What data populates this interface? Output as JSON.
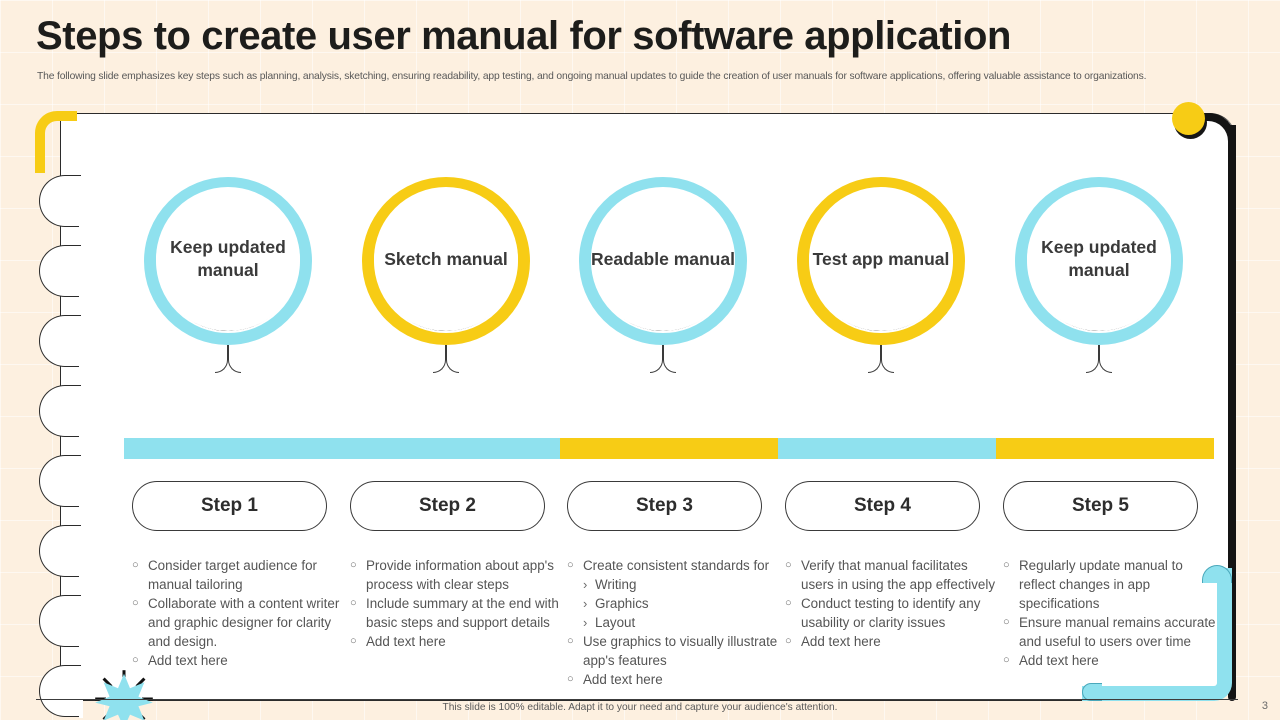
{
  "slide": {
    "title": "Steps to create user manual for software application",
    "subtitle": "The following slide emphasizes key steps such as planning, analysis, sketching, ensuring readability, app testing, and ongoing manual updates to guide the creation of user manuals for software applications, offering valuable assistance to organizations.",
    "footer_note": "This slide is 100% editable. Adapt it to your need and capture your audience's attention.",
    "page_number": "3"
  },
  "colors": {
    "cyan": "#8fe1ee",
    "yellow": "#f7cc15",
    "background": "#fdf0e0",
    "paper": "#ffffff",
    "ink": "#2b2b2b",
    "text": "#555555"
  },
  "track_segments": [
    {
      "color": "#8fe1ee",
      "flex": 1
    },
    {
      "color": "#8fe1ee",
      "flex": 1
    },
    {
      "color": "#f7cc15",
      "flex": 1
    },
    {
      "color": "#8fe1ee",
      "flex": 1
    },
    {
      "color": "#f7cc15",
      "flex": 1
    }
  ],
  "steps": [
    {
      "circle_label": "Keep updated manual",
      "ring_color": "#8fe1ee",
      "pill_label": "Step 1",
      "accent_color": "#8fe1ee",
      "bullets": [
        {
          "text": "Consider target audience for manual tailoring",
          "subs": []
        },
        {
          "text": "Collaborate with a content writer and graphic designer for clarity and design.",
          "subs": []
        },
        {
          "text": "Add text here",
          "subs": []
        }
      ]
    },
    {
      "circle_label": "Sketch manual",
      "ring_color": "#f7cc15",
      "pill_label": "Step 2",
      "accent_color": "#f7cc15",
      "bullets": [
        {
          "text": "Provide information about app's process with clear steps",
          "subs": []
        },
        {
          "text": "Include summary at the end with basic steps and support details",
          "subs": []
        },
        {
          "text": "Add text here",
          "subs": []
        }
      ]
    },
    {
      "circle_label": "Readable manual",
      "ring_color": "#8fe1ee",
      "pill_label": "Step 3",
      "accent_color": "#8fe1ee",
      "bullets": [
        {
          "text": "Create consistent standards for",
          "subs": [
            "Writing",
            "Graphics",
            "Layout"
          ]
        },
        {
          "text": "Use graphics to visually illustrate app's features",
          "subs": []
        },
        {
          "text": "Add text here",
          "subs": []
        }
      ]
    },
    {
      "circle_label": "Test app manual",
      "ring_color": "#f7cc15",
      "pill_label": "Step 4",
      "accent_color": "#f7cc15",
      "bullets": [
        {
          "text": "Verify that manual facilitates users in using the app effectively",
          "subs": []
        },
        {
          "text": "Conduct testing to identify any usability or clarity issues",
          "subs": []
        },
        {
          "text": "Add text here",
          "subs": []
        }
      ]
    },
    {
      "circle_label": "Keep updated manual",
      "ring_color": "#8fe1ee",
      "pill_label": "Step 5",
      "accent_color": "#8fe1ee",
      "bullets": [
        {
          "text": "Regularly update manual to reflect changes in app specifications",
          "subs": []
        },
        {
          "text": "Ensure manual remains accurate and useful to users over time",
          "subs": []
        },
        {
          "text": "Add text here",
          "subs": []
        }
      ]
    }
  ],
  "decorations": {
    "bullet_marker": "○",
    "sub_bullet_marker": "›",
    "yellow_hook": "yellow-hook-decoration",
    "yellow_dot": "yellow-dot-decoration",
    "cyan_corner": "cyan-corner-decoration",
    "starburst": "cyan-starburst-decoration"
  }
}
